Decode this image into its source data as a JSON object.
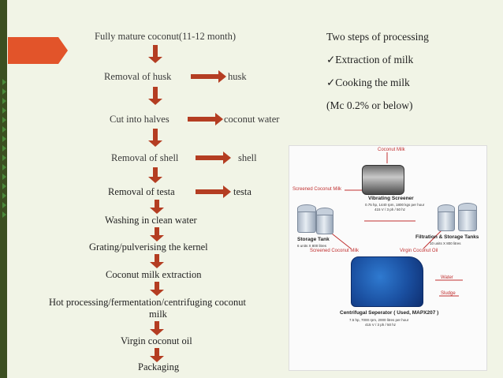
{
  "flow": {
    "steps": [
      "Fully mature coconut(11-12 month)",
      "Removal of husk",
      "Cut into halves",
      "Removal of shell",
      "Removal of testa",
      "Washing in clean water",
      "Grating/pulverising  the kernel",
      "Coconut milk extraction",
      "Hot processing/fermentation/centrifuging coconut",
      "milk",
      "Virgin coconut oil",
      "Packaging"
    ],
    "byproducts": [
      "husk",
      "coconut water",
      "shell",
      "testa"
    ]
  },
  "notes": {
    "title": "Two steps of processing",
    "items": [
      "✓Extraction of milk",
      "✓Cooking the milk"
    ],
    "moisture": "(Mc 0.2% or below)"
  },
  "photo": {
    "coconut_milk": "Coconut Milk",
    "screened_top": "Screened Coconut Milk",
    "vibrating_screener": "Vibrating Screener",
    "vibrating_spec": "0.75 hp, 1440 rpm, 1800 kgs per hour",
    "vibrating_spec2": "415 V / 3 ph / 50 hz",
    "storage_tank": "Storage Tank",
    "storage_spec": "6 units X 800 litres",
    "filtration": "Filtration & Storage Tanks",
    "filtration_spec": "10 units X 800 litres",
    "screened_bottom": "Screened Coconut Milk",
    "virgin_oil": "Virgin Coconut Oil",
    "water": "Water",
    "sludge": "Sludge",
    "separator": "Centrifugal Seperator ( Used, MAPX207 )",
    "separator_spec": "7.5 hp, 7000 rpm, 2000 litres per hour",
    "separator_spec2": "415 V / 3 ph / 50 hz"
  },
  "colors": {
    "arrow": "#b43d22",
    "accent": "#e2542a",
    "bar": "#3c4f21",
    "background": "#f1f4e6"
  }
}
